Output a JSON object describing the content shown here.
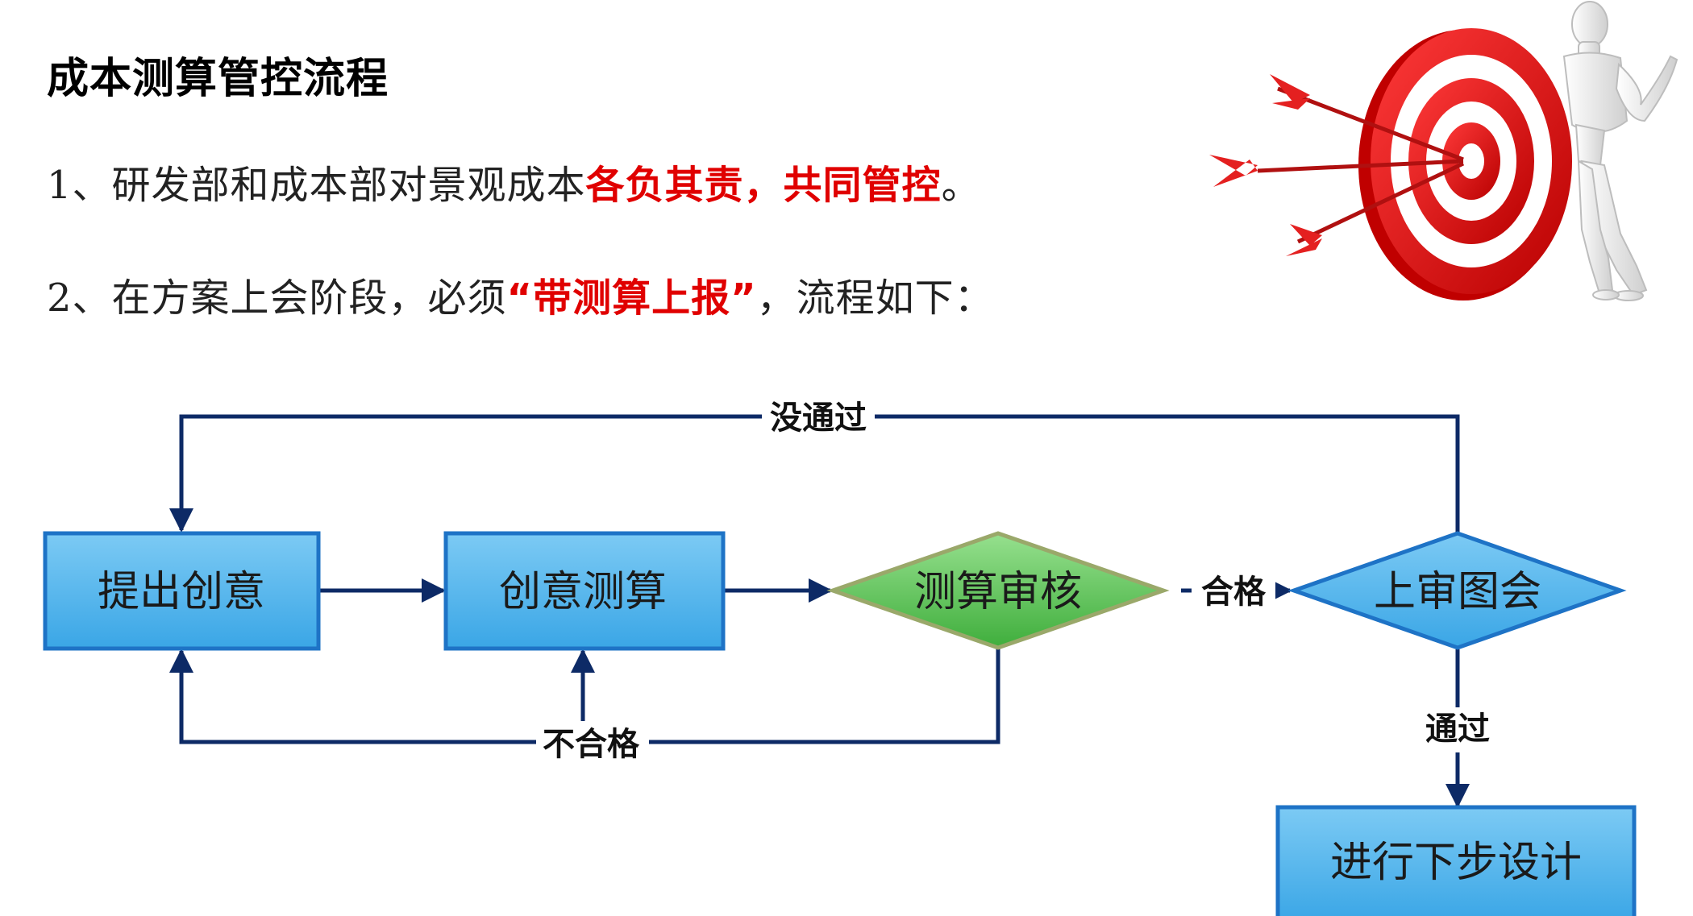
{
  "title": "成本测算管控流程",
  "points": [
    {
      "prefix": "1、研发部和成本部对景观成本",
      "highlight": "各负其责，共同管控",
      "suffix": "。"
    },
    {
      "prefix": "2、在方案上会阶段，必须",
      "highlight": "“带测算上报”",
      "suffix": "，流程如下："
    }
  ],
  "flow": {
    "nodes": {
      "propose": "提出创意",
      "estimate": "创意测算",
      "review": "测算审核",
      "meeting": "上审图会",
      "next": "进行下步设计"
    },
    "edges": {
      "fail_meeting": "没通过",
      "pass_review": "合格",
      "fail_review": "不合格",
      "pass_meeting": "通过"
    }
  },
  "colors": {
    "highlight": "#e00000",
    "box_fill": "#4fb3ec",
    "box_border": "#1e73c6",
    "diamond_green": "#5cc45a",
    "arrow": "#0d2a66"
  },
  "illustration": "target-with-arrows-and-mannequin"
}
